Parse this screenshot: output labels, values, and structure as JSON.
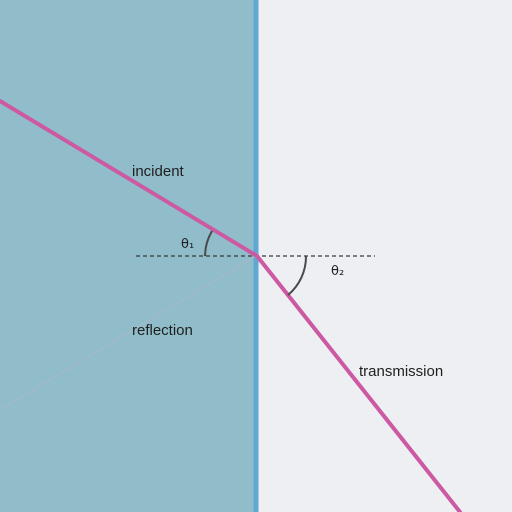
{
  "colors": {
    "left_medium": "#90bdc9",
    "right_medium": "#edeff3",
    "interface": "#5ea8d3",
    "ray": "#cc59a2",
    "reflection_ray": "#a9b8c8",
    "normal_line": "#3a3a3a",
    "angle_arc": "#4a4a4a"
  },
  "labels": {
    "incident": "incident",
    "reflection": "reflection",
    "transmission": "transmission",
    "theta1": "θ₁",
    "theta2": "θ₂"
  }
}
